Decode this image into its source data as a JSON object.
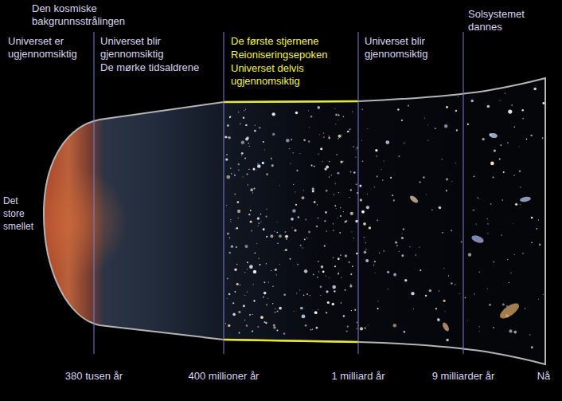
{
  "diagram": {
    "labels": [
      "Den kosmiske bakgrunnsstrålingen",
      "Universet er ugjennomsiktig",
      "Universet blir gjennomsiktig",
      "De mørke tidsaldrene",
      "De første stjernene",
      "Reioniseringsepoken",
      "Universet delvis ugjennomsiktig",
      "Universet blir gjennomsiktig",
      "Solsystemet dannes",
      "Det store smellet",
      "380 tusen år",
      "400 millioner år",
      "1 milliard år",
      "9 milliarder år",
      "Nå"
    ]
  }
}
